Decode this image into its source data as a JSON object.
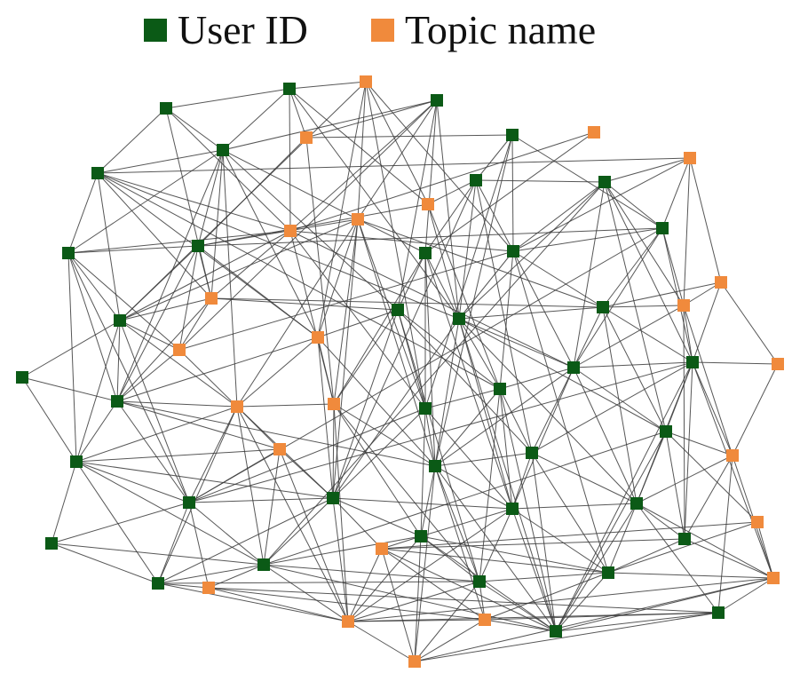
{
  "legend": {
    "items": [
      {
        "label": "User ID",
        "type": "user",
        "color": "#0b5a16"
      },
      {
        "label": "Topic name",
        "type": "topic",
        "color": "#f08a3c"
      }
    ]
  },
  "colors": {
    "user": "#0b5a16",
    "topic": "#f08a3c",
    "edge": "#3a3a3a",
    "background": "#ffffff"
  },
  "graph": {
    "description": "Bipartite-style network of user IDs and topic names",
    "node_counts": {
      "user": 40,
      "topic": 24
    },
    "nodes": [
      {
        "id": "u1",
        "type": "user"
      },
      {
        "id": "u2",
        "type": "user"
      },
      {
        "id": "u3",
        "type": "user"
      },
      {
        "id": "u4",
        "type": "user"
      },
      {
        "id": "u5",
        "type": "user"
      },
      {
        "id": "u6",
        "type": "user"
      },
      {
        "id": "u7",
        "type": "user"
      },
      {
        "id": "u8",
        "type": "user"
      },
      {
        "id": "u9",
        "type": "user"
      },
      {
        "id": "u10",
        "type": "user"
      },
      {
        "id": "u11",
        "type": "user"
      },
      {
        "id": "u12",
        "type": "user"
      },
      {
        "id": "u13",
        "type": "user"
      },
      {
        "id": "u14",
        "type": "user"
      },
      {
        "id": "u15",
        "type": "user"
      },
      {
        "id": "u16",
        "type": "user"
      },
      {
        "id": "u17",
        "type": "user"
      },
      {
        "id": "u18",
        "type": "user"
      },
      {
        "id": "u19",
        "type": "user"
      },
      {
        "id": "u20",
        "type": "user"
      },
      {
        "id": "u21",
        "type": "user"
      },
      {
        "id": "u22",
        "type": "user"
      },
      {
        "id": "u23",
        "type": "user"
      },
      {
        "id": "u24",
        "type": "user"
      },
      {
        "id": "u25",
        "type": "user"
      },
      {
        "id": "u26",
        "type": "user"
      },
      {
        "id": "u27",
        "type": "user"
      },
      {
        "id": "u28",
        "type": "user"
      },
      {
        "id": "u29",
        "type": "user"
      },
      {
        "id": "u30",
        "type": "user"
      },
      {
        "id": "u31",
        "type": "user"
      },
      {
        "id": "u32",
        "type": "user"
      },
      {
        "id": "u33",
        "type": "user"
      },
      {
        "id": "u34",
        "type": "user"
      },
      {
        "id": "u35",
        "type": "user"
      },
      {
        "id": "u36",
        "type": "user"
      },
      {
        "id": "u37",
        "type": "user"
      },
      {
        "id": "u38",
        "type": "user"
      },
      {
        "id": "u39",
        "type": "user"
      },
      {
        "id": "u40",
        "type": "user"
      },
      {
        "id": "t1",
        "type": "topic"
      },
      {
        "id": "t2",
        "type": "topic"
      },
      {
        "id": "t3",
        "type": "topic"
      },
      {
        "id": "t4",
        "type": "topic"
      },
      {
        "id": "t5",
        "type": "topic"
      },
      {
        "id": "t6",
        "type": "topic"
      },
      {
        "id": "t7",
        "type": "topic"
      },
      {
        "id": "t8",
        "type": "topic"
      },
      {
        "id": "t9",
        "type": "topic"
      },
      {
        "id": "t10",
        "type": "topic"
      },
      {
        "id": "t11",
        "type": "topic"
      },
      {
        "id": "t12",
        "type": "topic"
      },
      {
        "id": "t13",
        "type": "topic"
      },
      {
        "id": "t14",
        "type": "topic"
      },
      {
        "id": "t15",
        "type": "topic"
      },
      {
        "id": "t16",
        "type": "topic"
      },
      {
        "id": "t17",
        "type": "topic"
      },
      {
        "id": "t18",
        "type": "topic"
      },
      {
        "id": "t19",
        "type": "topic"
      },
      {
        "id": "t20",
        "type": "topic"
      },
      {
        "id": "t21",
        "type": "topic"
      },
      {
        "id": "t22",
        "type": "topic"
      },
      {
        "id": "t23",
        "type": "topic"
      },
      {
        "id": "t24",
        "type": "topic"
      }
    ],
    "edges": [
      [
        "u1",
        "u2"
      ],
      [
        "u1",
        "u4"
      ],
      [
        "u1",
        "u6"
      ],
      [
        "u1",
        "t8"
      ],
      [
        "u1",
        "t7"
      ],
      [
        "u2",
        "t1"
      ],
      [
        "u2",
        "u4"
      ],
      [
        "u2",
        "t7"
      ],
      [
        "u2",
        "t5"
      ],
      [
        "u2",
        "u16"
      ],
      [
        "u2",
        "t2"
      ],
      [
        "u3",
        "t2"
      ],
      [
        "u3",
        "u4"
      ],
      [
        "u3",
        "t7"
      ],
      [
        "u3",
        "u11"
      ],
      [
        "u3",
        "t6"
      ],
      [
        "u3",
        "u16"
      ],
      [
        "u3",
        "u15"
      ],
      [
        "u3",
        "t12"
      ],
      [
        "t1",
        "u2"
      ],
      [
        "t1",
        "t11"
      ],
      [
        "t1",
        "t6"
      ],
      [
        "t1",
        "u12"
      ],
      [
        "t1",
        "u23"
      ],
      [
        "t1",
        "t5"
      ],
      [
        "t1",
        "u14"
      ],
      [
        "t2",
        "u5"
      ],
      [
        "t2",
        "u9"
      ],
      [
        "t2",
        "t15"
      ],
      [
        "u4",
        "u6"
      ],
      [
        "u4",
        "u9"
      ],
      [
        "u4",
        "t6"
      ],
      [
        "u4",
        "t8"
      ],
      [
        "u4",
        "t14"
      ],
      [
        "u4",
        "t11"
      ],
      [
        "u4",
        "u15"
      ],
      [
        "u4",
        "u10"
      ],
      [
        "u4",
        "u19"
      ],
      [
        "u5",
        "u7"
      ],
      [
        "u5",
        "u12"
      ],
      [
        "u5",
        "u13"
      ],
      [
        "u5",
        "u23"
      ],
      [
        "u5",
        "u27"
      ],
      [
        "t3",
        "u11"
      ],
      [
        "t3",
        "t7"
      ],
      [
        "t4",
        "u8"
      ],
      [
        "t4",
        "u6"
      ],
      [
        "t4",
        "u13"
      ],
      [
        "t4",
        "t10"
      ],
      [
        "t4",
        "t9"
      ],
      [
        "t4",
        "u12"
      ],
      [
        "u6",
        "u10"
      ],
      [
        "u6",
        "t7"
      ],
      [
        "u6",
        "u14"
      ],
      [
        "u6",
        "t8"
      ],
      [
        "u6",
        "t11"
      ],
      [
        "u6",
        "u16"
      ],
      [
        "u6",
        "u21"
      ],
      [
        "u7",
        "t5"
      ],
      [
        "u7",
        "u8"
      ],
      [
        "u7",
        "u11"
      ],
      [
        "u7",
        "u12"
      ],
      [
        "u7",
        "u16"
      ],
      [
        "u7",
        "u29"
      ],
      [
        "u7",
        "u26"
      ],
      [
        "u8",
        "u12"
      ],
      [
        "u8",
        "u13"
      ],
      [
        "u8",
        "u16"
      ],
      [
        "u8",
        "u20"
      ],
      [
        "u8",
        "t10"
      ],
      [
        "u8",
        "u22"
      ],
      [
        "u8",
        "u25"
      ],
      [
        "u8",
        "u35"
      ],
      [
        "t5",
        "u9"
      ],
      [
        "t5",
        "u16"
      ],
      [
        "t5",
        "u21"
      ],
      [
        "t6",
        "u9"
      ],
      [
        "t6",
        "t11"
      ],
      [
        "t6",
        "u14"
      ],
      [
        "t6",
        "u11"
      ],
      [
        "t6",
        "t14"
      ],
      [
        "t6",
        "u17"
      ],
      [
        "t6",
        "u27"
      ],
      [
        "t6",
        "u23"
      ],
      [
        "t6",
        "t15"
      ],
      [
        "t6",
        "u29"
      ],
      [
        "t7",
        "u10"
      ],
      [
        "t7",
        "u14"
      ],
      [
        "t7",
        "t8"
      ],
      [
        "t7",
        "t15"
      ],
      [
        "t7",
        "u20"
      ],
      [
        "t7",
        "u12"
      ],
      [
        "t7",
        "u23"
      ],
      [
        "u9",
        "u10"
      ],
      [
        "u9",
        "t8"
      ],
      [
        "u9",
        "t12"
      ],
      [
        "u9",
        "u14"
      ],
      [
        "u9",
        "t11"
      ],
      [
        "u9",
        "u19"
      ],
      [
        "u9",
        "u13"
      ],
      [
        "u10",
        "u14"
      ],
      [
        "u10",
        "u19"
      ],
      [
        "u10",
        "u24"
      ],
      [
        "u10",
        "t12"
      ],
      [
        "u10",
        "u28"
      ],
      [
        "u11",
        "u15"
      ],
      [
        "u11",
        "u16"
      ],
      [
        "u11",
        "u23"
      ],
      [
        "u11",
        "u27"
      ],
      [
        "u11",
        "u30"
      ],
      [
        "u11",
        "t15"
      ],
      [
        "u12",
        "u16"
      ],
      [
        "u12",
        "u13"
      ],
      [
        "u12",
        "u17"
      ],
      [
        "u12",
        "u21"
      ],
      [
        "u12",
        "u20"
      ],
      [
        "u12",
        "u38"
      ],
      [
        "u13",
        "u17"
      ],
      [
        "u13",
        "t10"
      ],
      [
        "u13",
        "u20"
      ],
      [
        "u13",
        "u22"
      ],
      [
        "u13",
        "u28"
      ],
      [
        "t8",
        "u14"
      ],
      [
        "t8",
        "t12"
      ],
      [
        "t8",
        "u17"
      ],
      [
        "t8",
        "u15"
      ],
      [
        "t8",
        "u19"
      ],
      [
        "u14",
        "t12"
      ],
      [
        "u14",
        "u18"
      ],
      [
        "u14",
        "u19"
      ],
      [
        "u14",
        "t14"
      ],
      [
        "u14",
        "u28"
      ],
      [
        "u14",
        "u24"
      ],
      [
        "u15",
        "u23"
      ],
      [
        "u15",
        "u21"
      ],
      [
        "u15",
        "u29"
      ],
      [
        "u15",
        "t15"
      ],
      [
        "u15",
        "u26"
      ],
      [
        "u15",
        "u37"
      ],
      [
        "u16",
        "u17"
      ],
      [
        "u16",
        "u20"
      ],
      [
        "u16",
        "u21"
      ],
      [
        "u16",
        "u27"
      ],
      [
        "u16",
        "u30"
      ],
      [
        "u16",
        "u29"
      ],
      [
        "u16",
        "u39"
      ],
      [
        "u16",
        "u31"
      ],
      [
        "u16",
        "u25"
      ],
      [
        "u17",
        "t9"
      ],
      [
        "u17",
        "t10"
      ],
      [
        "u17",
        "u20"
      ],
      [
        "u17",
        "u22"
      ],
      [
        "u17",
        "u25"
      ],
      [
        "u17",
        "u31"
      ],
      [
        "t9",
        "t10"
      ],
      [
        "t9",
        "t13"
      ],
      [
        "t9",
        "u22"
      ],
      [
        "t10",
        "u22"
      ],
      [
        "t10",
        "t17"
      ],
      [
        "t10",
        "u20"
      ],
      [
        "t10",
        "u34"
      ],
      [
        "t11",
        "u15"
      ],
      [
        "t11",
        "t14"
      ],
      [
        "t11",
        "u19"
      ],
      [
        "t11",
        "u29"
      ],
      [
        "t11",
        "t15"
      ],
      [
        "t11",
        "u27"
      ],
      [
        "t12",
        "u19"
      ],
      [
        "t12",
        "t14"
      ],
      [
        "u12",
        "t12"
      ],
      [
        "u18",
        "u24"
      ],
      [
        "u18",
        "u19"
      ],
      [
        "t13",
        "u22"
      ],
      [
        "t13",
        "t17"
      ],
      [
        "u19",
        "t14"
      ],
      [
        "u19",
        "u24"
      ],
      [
        "u19",
        "u28"
      ],
      [
        "u19",
        "t16"
      ],
      [
        "u19",
        "u27"
      ],
      [
        "u20",
        "u21"
      ],
      [
        "u20",
        "u22"
      ],
      [
        "u20",
        "u26"
      ],
      [
        "u20",
        "u31"
      ],
      [
        "u20",
        "u30"
      ],
      [
        "u20",
        "u27"
      ],
      [
        "u20",
        "u25"
      ],
      [
        "u21",
        "u23"
      ],
      [
        "u21",
        "u26"
      ],
      [
        "u21",
        "u27"
      ],
      [
        "u21",
        "u30"
      ],
      [
        "u21",
        "u39"
      ],
      [
        "u21",
        "u37"
      ],
      [
        "u22",
        "u25"
      ],
      [
        "u22",
        "t17"
      ],
      [
        "u22",
        "u34"
      ],
      [
        "u22",
        "u31"
      ],
      [
        "u22",
        "u26"
      ],
      [
        "u22",
        "u39"
      ],
      [
        "u22",
        "t19"
      ],
      [
        "u23",
        "u27"
      ],
      [
        "u23",
        "u29"
      ],
      [
        "u23",
        "u33"
      ],
      [
        "u23",
        "u30"
      ],
      [
        "u23",
        "u28"
      ],
      [
        "u24",
        "u28"
      ],
      [
        "u24",
        "u32"
      ],
      [
        "u24",
        "u29"
      ],
      [
        "u24",
        "t16"
      ],
      [
        "u24",
        "u36"
      ],
      [
        "u24",
        "t14"
      ],
      [
        "u24",
        "u35"
      ],
      [
        "t14",
        "u28"
      ],
      [
        "t14",
        "t15"
      ],
      [
        "t14",
        "t16"
      ],
      [
        "t14",
        "u35"
      ],
      [
        "t14",
        "u29"
      ],
      [
        "t14",
        "u36"
      ],
      [
        "t14",
        "t22"
      ],
      [
        "t15",
        "u29"
      ],
      [
        "t15",
        "u33"
      ],
      [
        "t15",
        "u27"
      ],
      [
        "t15",
        "t22"
      ],
      [
        "t15",
        "u37"
      ],
      [
        "u25",
        "t17"
      ],
      [
        "u25",
        "u31"
      ],
      [
        "u25",
        "u34"
      ],
      [
        "u25",
        "t18"
      ],
      [
        "u25",
        "u39"
      ],
      [
        "u25",
        "u35"
      ],
      [
        "u26",
        "u30"
      ],
      [
        "u26",
        "u31"
      ],
      [
        "u26",
        "u27"
      ],
      [
        "u26",
        "u38"
      ],
      [
        "u26",
        "u39"
      ],
      [
        "t16",
        "u29"
      ],
      [
        "t16",
        "u28"
      ],
      [
        "t16",
        "u35"
      ],
      [
        "t16",
        "t22"
      ],
      [
        "u27",
        "u33"
      ],
      [
        "u27",
        "u37"
      ],
      [
        "u27",
        "u30"
      ],
      [
        "u27",
        "u39"
      ],
      [
        "u27",
        "t23"
      ],
      [
        "u27",
        "t24"
      ],
      [
        "u28",
        "u32"
      ],
      [
        "u28",
        "u35"
      ],
      [
        "u28",
        "u36"
      ],
      [
        "u28",
        "t21"
      ],
      [
        "u28",
        "u29"
      ],
      [
        "u28",
        "u22"
      ],
      [
        "u29",
        "u35"
      ],
      [
        "u29",
        "u33"
      ],
      [
        "u29",
        "t22"
      ],
      [
        "u29",
        "u30"
      ],
      [
        "u29",
        "t20"
      ],
      [
        "u29",
        "u36"
      ],
      [
        "u30",
        "u31"
      ],
      [
        "u30",
        "u39"
      ],
      [
        "u30",
        "u38"
      ],
      [
        "u30",
        "u37"
      ],
      [
        "u30",
        "t22"
      ],
      [
        "u30",
        "u33"
      ],
      [
        "t17",
        "u31"
      ],
      [
        "t17",
        "u34"
      ],
      [
        "t17",
        "u40"
      ],
      [
        "t17",
        "t19"
      ],
      [
        "u31",
        "u34"
      ],
      [
        "u31",
        "u38"
      ],
      [
        "u31",
        "u39"
      ],
      [
        "u31",
        "t19"
      ],
      [
        "u31",
        "u40"
      ],
      [
        "u32",
        "u36"
      ],
      [
        "u32",
        "u35"
      ],
      [
        "u33",
        "u35"
      ],
      [
        "u33",
        "t22"
      ],
      [
        "u33",
        "u37"
      ],
      [
        "u33",
        "t20"
      ],
      [
        "u33",
        "u39"
      ],
      [
        "u33",
        "t24"
      ],
      [
        "u33",
        "u38"
      ],
      [
        "t18",
        "t19"
      ],
      [
        "t18",
        "u38"
      ],
      [
        "t18",
        "t20"
      ],
      [
        "u34",
        "t19"
      ],
      [
        "u34",
        "u38"
      ],
      [
        "u34",
        "t20"
      ],
      [
        "u34",
        "t19"
      ],
      [
        "u35",
        "u36"
      ],
      [
        "u35",
        "t21"
      ],
      [
        "u35",
        "u37"
      ],
      [
        "u35",
        "t22"
      ],
      [
        "u35",
        "u39"
      ],
      [
        "u36",
        "t21"
      ],
      [
        "u36",
        "u37"
      ],
      [
        "u36",
        "t22"
      ],
      [
        "u36",
        "u29"
      ],
      [
        "u37",
        "t24"
      ],
      [
        "u37",
        "t23"
      ],
      [
        "u37",
        "u39"
      ],
      [
        "u37",
        "u38"
      ],
      [
        "u37",
        "t22"
      ],
      [
        "t20",
        "t24"
      ],
      [
        "t20",
        "t22"
      ],
      [
        "t20",
        "t23"
      ],
      [
        "t20",
        "u38"
      ],
      [
        "u38",
        "t23"
      ],
      [
        "u38",
        "u39"
      ],
      [
        "u38",
        "t19"
      ],
      [
        "u39",
        "t23"
      ],
      [
        "u39",
        "u40"
      ],
      [
        "u39",
        "t19"
      ],
      [
        "u39",
        "t20"
      ],
      [
        "t19",
        "t22"
      ],
      [
        "t19",
        "t24"
      ],
      [
        "t19",
        "u40"
      ],
      [
        "t21",
        "u40"
      ],
      [
        "t21",
        "t22"
      ],
      [
        "t21",
        "t23"
      ],
      [
        "t22",
        "t24"
      ],
      [
        "t22",
        "t23"
      ],
      [
        "t22",
        "u40"
      ],
      [
        "t23",
        "t24"
      ],
      [
        "t23",
        "u40"
      ],
      [
        "t24",
        "u40"
      ]
    ]
  }
}
